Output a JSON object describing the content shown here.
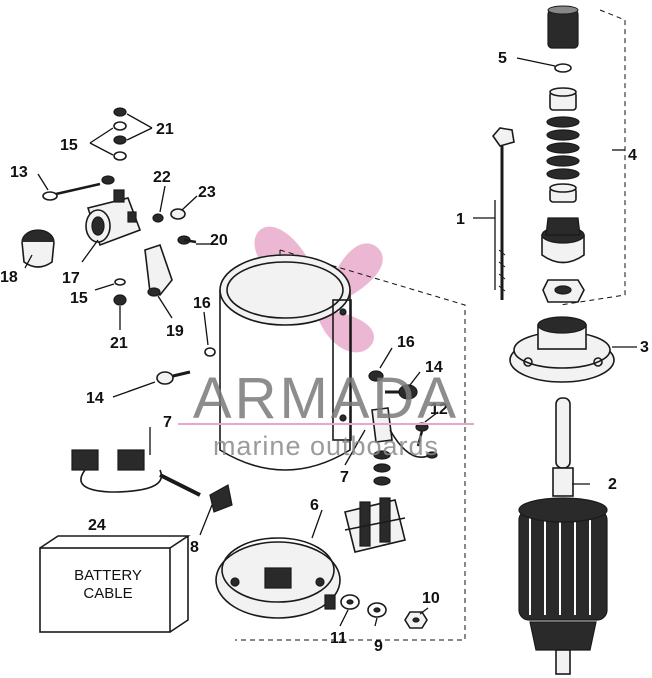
{
  "watermark": {
    "brand": "ARMADA",
    "tagline": "marine outboards",
    "logo_color": "#e8a6c8",
    "text_color": "#7a7a7a"
  },
  "battery_label": {
    "line1": "BATTERY",
    "line2": "CABLE"
  },
  "callouts": [
    "1",
    "2",
    "3",
    "4",
    "5",
    "6",
    "7",
    "7",
    "8",
    "9",
    "10",
    "11",
    "12",
    "13",
    "14",
    "14",
    "15",
    "15",
    "16",
    "16",
    "17",
    "18",
    "19",
    "20",
    "21",
    "21",
    "22",
    "23",
    "24"
  ]
}
